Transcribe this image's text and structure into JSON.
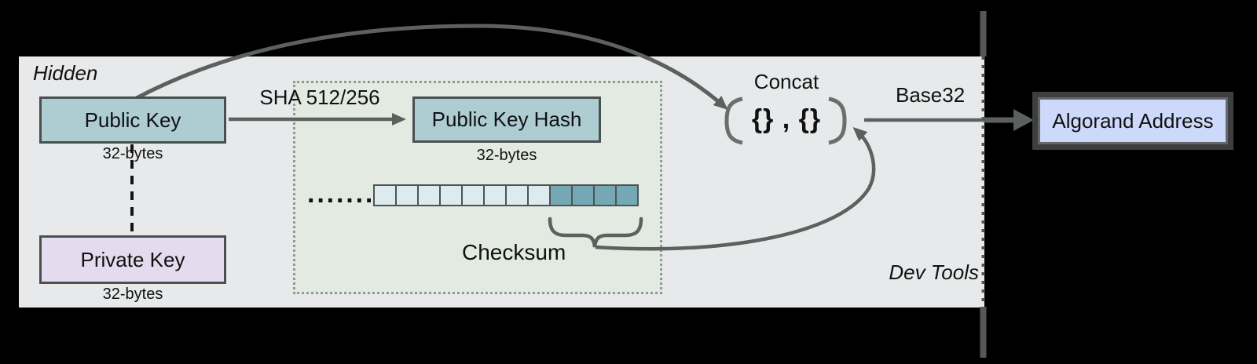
{
  "colors": {
    "canvas_bg": "#000000",
    "region_bg": "#e7e9ea",
    "hash_zone_bg": "#e3eae1",
    "hash_zone_border": "#8f9b90",
    "key_box_fill": "#adcdd3",
    "private_key_fill": "#e5dbee",
    "address_fill": "#cdd9fa",
    "address_frame": "#3c3e3f",
    "cell_light": "#dcebee",
    "cell_dark": "#74a8b4",
    "cell_border": "#4d5354",
    "box_border": "#4a4f50",
    "line_gray": "#5c605e",
    "bracket_gray": "#6b6e6d",
    "boundary_gray": "#55585a"
  },
  "regions": {
    "hidden_label": "Hidden",
    "dev_tools_label": "Dev Tools"
  },
  "nodes": {
    "public_key": {
      "label": "Public Key",
      "size": "32-bytes"
    },
    "private_key": {
      "label": "Private Key",
      "size": "32-bytes"
    },
    "public_key_hash": {
      "label": "Public Key Hash",
      "size": "32-bytes"
    },
    "algorand_address": {
      "label": "Algorand Address"
    }
  },
  "labels": {
    "sha": "SHA 512/256",
    "checksum": "Checksum",
    "concat": "Concat",
    "concat_expression": "{} , {}",
    "base32": "Base32",
    "ellipsis": "·······"
  },
  "byte_array": {
    "total_cells": 12,
    "checksum_cells": 4
  }
}
